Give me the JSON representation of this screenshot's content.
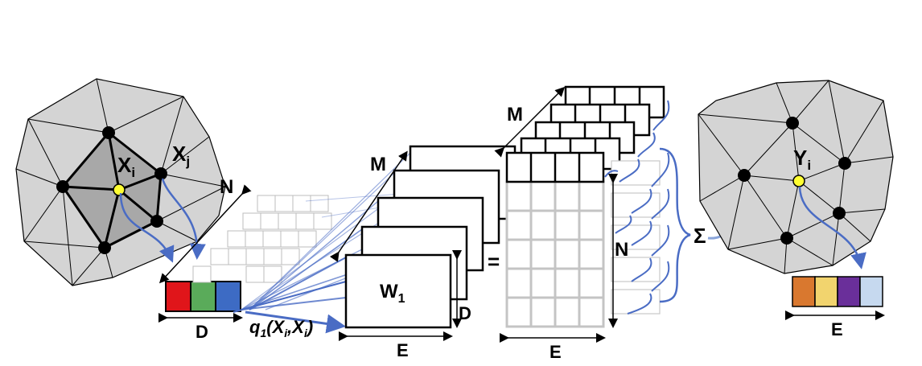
{
  "left_mesh": {
    "xi_main": "X",
    "xi_sub": "i",
    "xj_main": "X",
    "xj_sub": "j"
  },
  "input_labels": {
    "n": "N",
    "m": "M",
    "d": "D"
  },
  "feature_left": {
    "colors": [
      "#e0151a",
      "#5aab5a",
      "#3d6bc4"
    ]
  },
  "kernel": {
    "w_main": "W",
    "w_sub": "1",
    "q_main": "q",
    "q_sub": "1",
    "q_paren_open": "(",
    "q_x1": "X",
    "q_x1_sub": "i",
    "q_comma": ",",
    "q_x2": "X",
    "q_x2_sub": "i",
    "q_paren_close": ")",
    "d": "D",
    "e": "E"
  },
  "operator": {
    "equals": "="
  },
  "output_stack": {
    "m": "M",
    "n": "N",
    "e": "E"
  },
  "sum": {
    "symbol": "Σ"
  },
  "right_mesh": {
    "yi_main": "Y",
    "yi_sub": "i"
  },
  "feature_right": {
    "colors": [
      "#d9782f",
      "#f2d46e",
      "#6a2f9a",
      "#c6d9ef"
    ],
    "e": "E"
  },
  "colors": {
    "accent": "#4a6cc4",
    "mesh_fill": "#d4d4d4",
    "mesh_dark": "#a8a8a8",
    "node": "#000000",
    "center_node": "#ffff33"
  }
}
